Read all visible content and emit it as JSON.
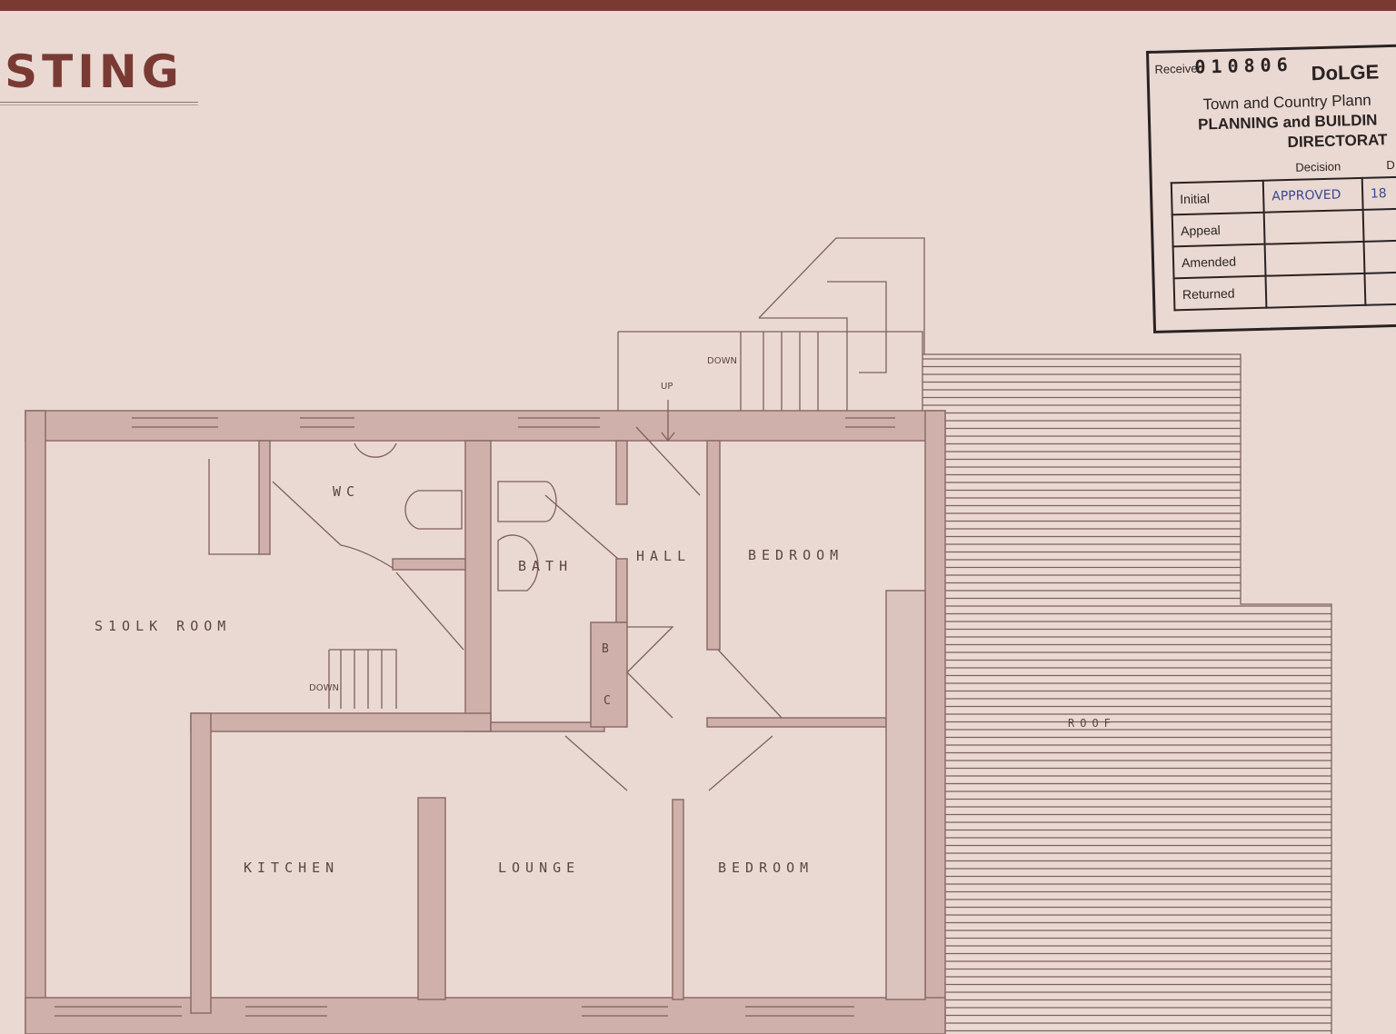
{
  "title": "XISTING",
  "rooms": {
    "stock_room": "S1OLK ROOM",
    "wc": "WC",
    "bath": "BATH",
    "hall": "HALL",
    "bedroom_upper": "BEDROOM",
    "bedroom_lower": "BEDROOM",
    "kitchen": "KITCHEN",
    "lounge": "LOUNGE",
    "roof": "ROOF",
    "cupboard_b": "B",
    "cupboard_c": "C"
  },
  "annotations": {
    "down_top": "DOWN",
    "up": "UP",
    "down_inner": "DOWN"
  },
  "stamp": {
    "received_label": "Received",
    "received_number": "010806",
    "organisation": "DoLGE",
    "line1": "Town and Country Plann",
    "line2": "PLANNING and BUILDIN",
    "line3": "DIRECTORAT",
    "decision_header": "Decision",
    "date_header": "D",
    "rows": [
      {
        "label": "Initial",
        "decision": "APPROVED",
        "date": "18"
      },
      {
        "label": "Appeal",
        "decision": "",
        "date": ""
      },
      {
        "label": "Amended",
        "decision": "",
        "date": ""
      },
      {
        "label": "Returned",
        "decision": "",
        "date": ""
      }
    ]
  },
  "colors": {
    "paper": "#ead9d3",
    "wall": "#cfb0aa",
    "title": "#7a3a34",
    "ink": "#2a2222",
    "pen": "#3a4a8a"
  }
}
